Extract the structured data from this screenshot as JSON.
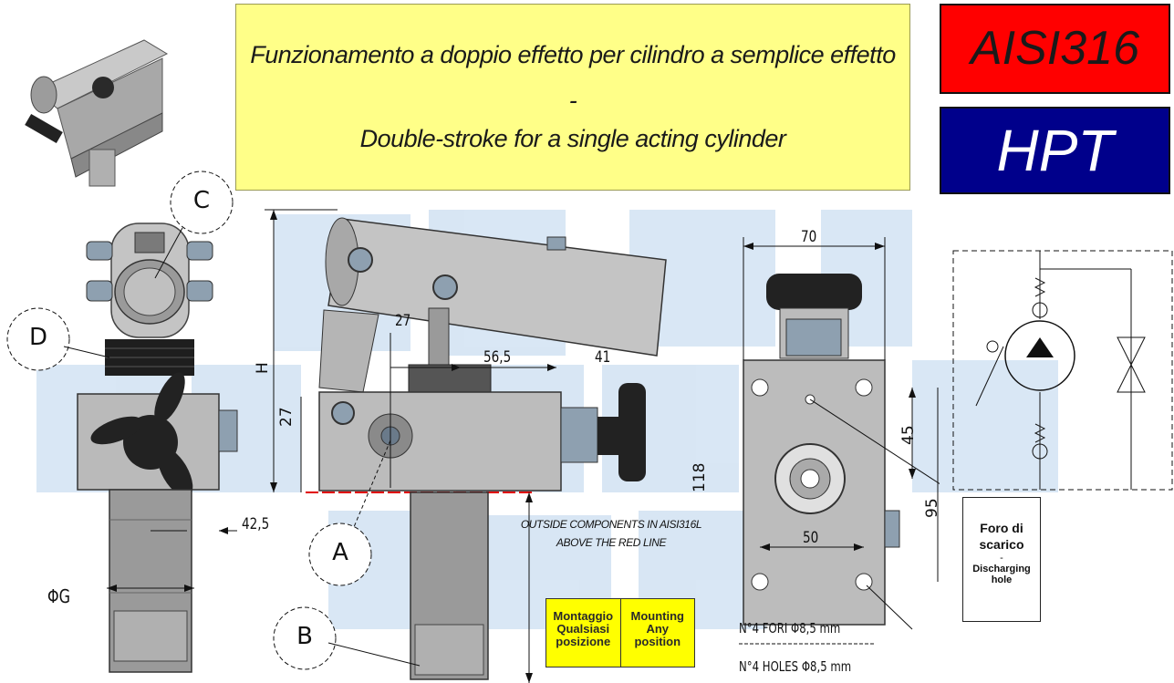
{
  "banner": {
    "line_it": "Funzionamento a doppio effetto per cilindro a semplice effetto",
    "dash": "-",
    "line_en": "Double-stroke for a single acting cylinder"
  },
  "badges": {
    "material": "AISI316",
    "series": "HPT"
  },
  "callouts": {
    "a": "A",
    "b": "B",
    "c": "C",
    "d": "D"
  },
  "dimensions": {
    "h": "H",
    "d27_top": "27",
    "d27_side": "27",
    "d56_5": "56,5",
    "d41": "41",
    "d42_5": "42,5",
    "d118": "118",
    "d70": "70",
    "d45": "45",
    "d95": "95",
    "d50": "50",
    "phi_g": "ΦG"
  },
  "notes": {
    "outside_line1": "OUTSIDE COMPONENTS IN AISI316L",
    "outside_line2": "ABOVE THE RED LINE",
    "holes_it": "N°4 FORI Φ8,5 mm",
    "holes_en": "N°4 HOLES Φ8,5 mm"
  },
  "discharge": {
    "it_line1": "Foro di",
    "it_line2": "scarico",
    "dash": "-",
    "en_line1": "Discharging",
    "en_line2": "hole"
  },
  "mounting": {
    "it_line1": "Montaggio",
    "it_line2": "Qualsiasi",
    "it_line3": "posizione",
    "en_line1": "Mounting",
    "en_line2": "Any",
    "en_line3": "position"
  },
  "colors": {
    "banner_bg": "#ffff88",
    "material_bg": "#ff0000",
    "series_bg": "#00008b",
    "mount_bg": "#ffff00",
    "red_line": "#e00000",
    "watermark": "#8ab4dd"
  }
}
